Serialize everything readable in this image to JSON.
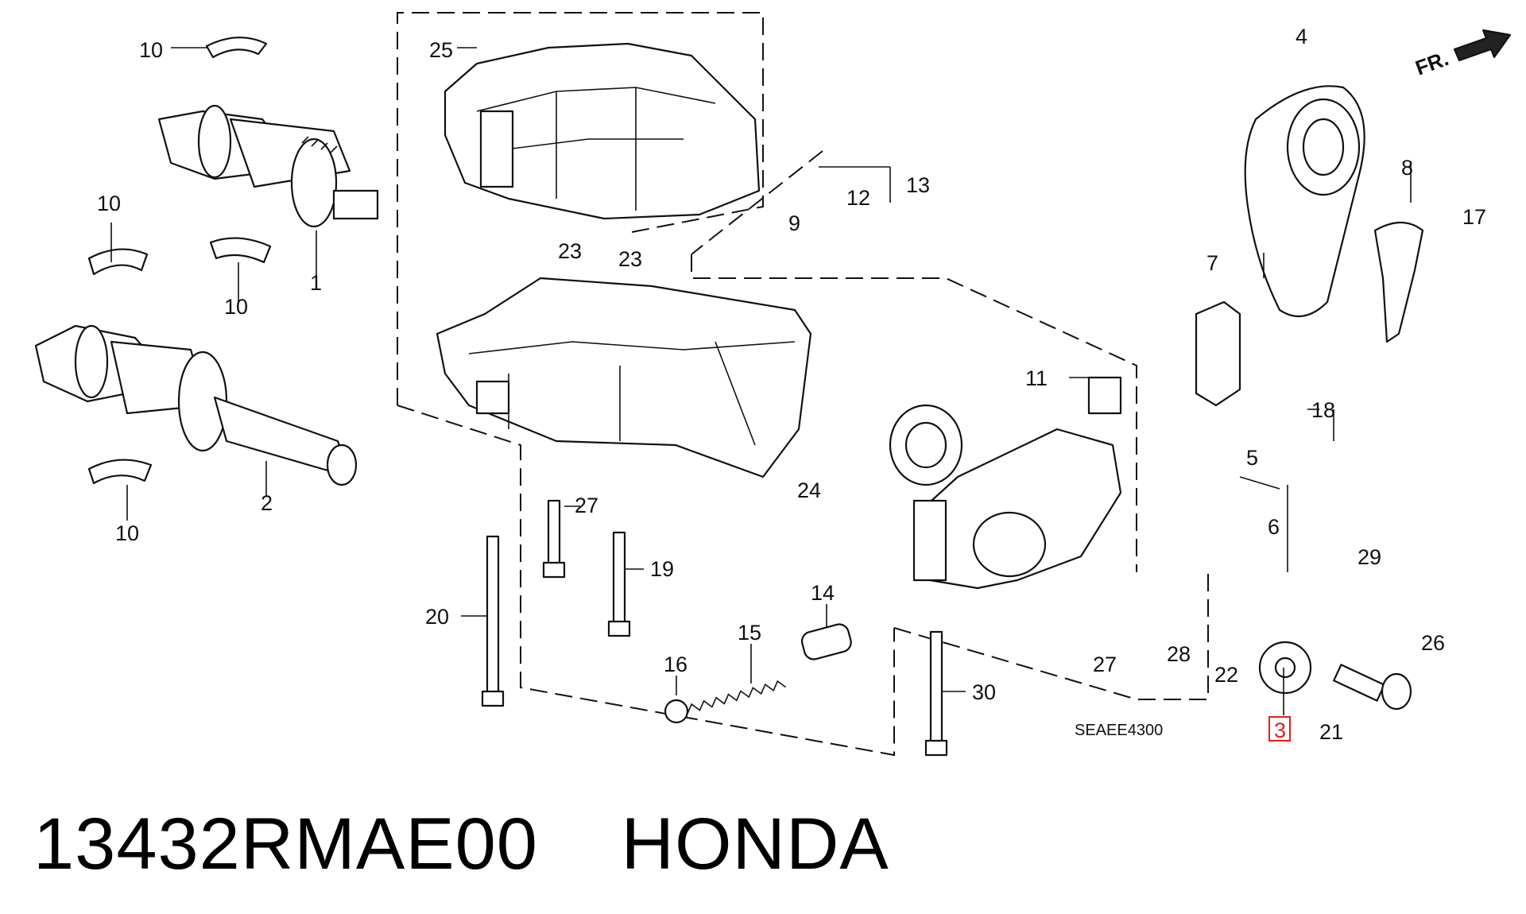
{
  "caption": {
    "part_number": "13432RMAE00",
    "brand": "HONDA"
  },
  "diagram_code": "SEAEE4300",
  "direction_marker": "FR.",
  "callouts": [
    "1",
    "2",
    "3",
    "4",
    "5",
    "6",
    "7",
    "8",
    "9",
    "10",
    "11",
    "12",
    "13",
    "14",
    "15",
    "16",
    "17",
    "18",
    "19",
    "20",
    "21",
    "22",
    "23",
    "24",
    "25",
    "26",
    "27",
    "28",
    "29",
    "30"
  ],
  "highlighted_callout": "3",
  "highlight_color": "#e02020"
}
